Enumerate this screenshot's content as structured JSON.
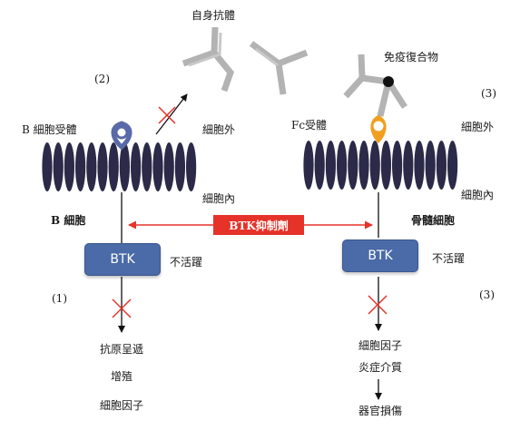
{
  "colors": {
    "cell_body": "#2b2a48",
    "btk_box": "#4a6aa8",
    "inhibitor": "#e53329",
    "b_receptor": "#5a6aa8",
    "fc_receptor": "#f0a01e",
    "antibody": "#b3b3b3",
    "arrow": "#111111",
    "block_x": "#e53329"
  },
  "labels": {
    "autoantibody": "自身抗體",
    "immune_complex": "免疫復合物",
    "step_2": "(2)",
    "step_3_top": "(3)",
    "b_receptor": "B 細胞受體",
    "extracellular_left": "細胞外",
    "intracellular_left": "細胞內",
    "fc_receptor": "Fc受體",
    "extracellular_right": "細胞外",
    "intracellular_right": "細胞內",
    "b_cell": "B 細胞",
    "myeloid_cell": "骨髓細胞",
    "inhibitor": "BTK抑制劑",
    "btk_left": "BTK",
    "btk_right": "BTK",
    "inactive_left": "不活躍",
    "inactive_right": "不活躍",
    "step_1": "(1)",
    "step_3_bottom": "(3)",
    "antigen_presentation": "抗原呈遞",
    "proliferation": "增殖",
    "cytokines_left": "細胞因子",
    "cytokines_right": "細胞因子",
    "inflammation_mediators": "炎症介質",
    "organ_damage": "器官損傷"
  }
}
